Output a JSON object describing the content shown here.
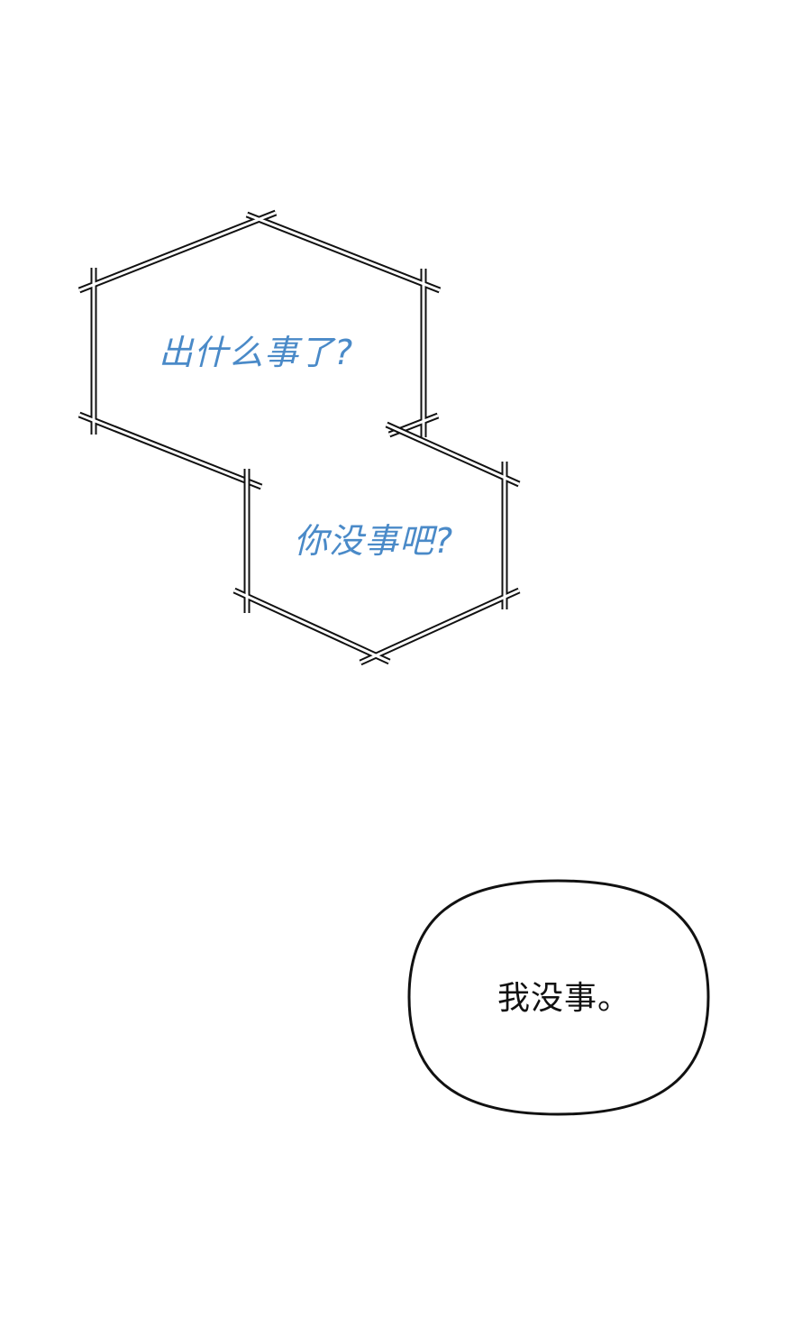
{
  "colors": {
    "background": "#ffffff",
    "bubble_stroke": "#111111",
    "thought_text": "#4a8ac8",
    "speech_text": "#111111"
  },
  "bubbles": [
    {
      "kind": "hexagon-thought-bubble",
      "text": "出什么事了?"
    },
    {
      "kind": "hexagon-thought-bubble",
      "text": "你没事吧?"
    },
    {
      "kind": "oval-speech-bubble",
      "text": "我没事。"
    }
  ]
}
